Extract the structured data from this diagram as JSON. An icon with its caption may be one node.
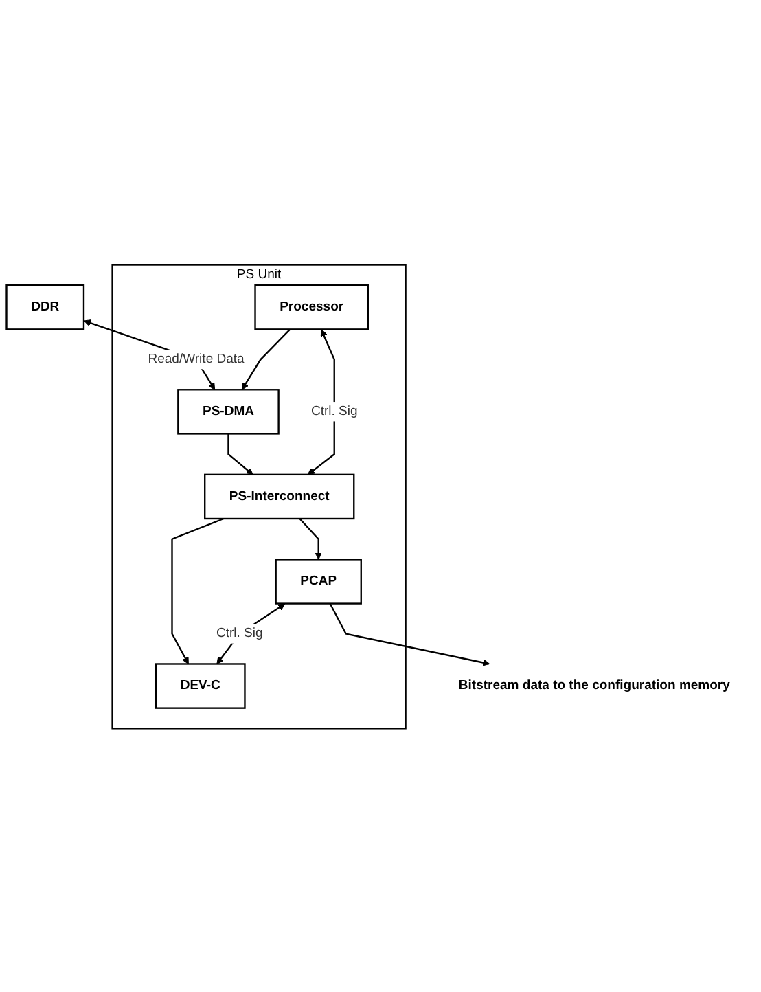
{
  "diagram": {
    "nodes": [
      {
        "text": [
          "DDR"
        ]
      },
      {
        "text": [
          "PS Unit"
        ]
      },
      {
        "text": [
          "PS-DMA"
        ],
        "in": 1
      },
      {
        "text": [
          "Processor"
        ],
        "in": 1
      },
      {
        "text": [
          "PS-Interconnect"
        ],
        "in": 1
      },
      {
        "text": [
          "PCAP"
        ],
        "in": 1
      },
      {
        "text": [
          "DEV-C"
        ],
        "in": 1
      },
      {
        "text": [
          "Bitstream data to the configuration memory"
        ]
      }
    ],
    "edges": [
      {
        "from": 0,
        "to": 2,
        "arrow": "both",
        "label": "Read/Write Data"
      },
      {
        "from": 3,
        "to": 2,
        "arrow": "to"
      },
      {
        "from": 2,
        "to": 4,
        "arrow": "to"
      },
      {
        "from": 3,
        "to": 4,
        "arrow": "both",
        "label": "Ctrl. Sig"
      },
      {
        "from": 4,
        "to": 5,
        "arrow": "to"
      },
      {
        "from": 4,
        "to": 6,
        "arrow": "to"
      },
      {
        "from": 5,
        "to": 6,
        "arrow": "both",
        "label": "Ctrl. Sig"
      },
      {
        "from": 5,
        "to": 7,
        "arrow": "to"
      }
    ]
  }
}
